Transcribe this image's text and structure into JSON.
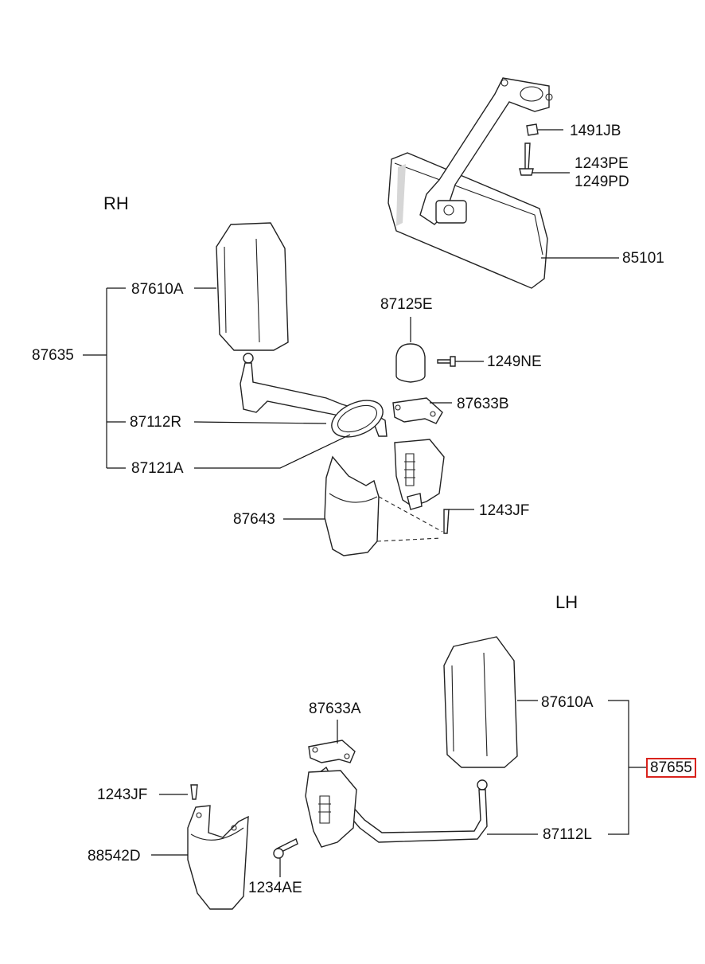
{
  "sections": {
    "rh": "RH",
    "lh": "LH"
  },
  "labels": {
    "p1491JB": "1491JB",
    "p1243PE": "1243PE",
    "p1249PD": "1249PD",
    "p85101": "85101",
    "p87610A_rh": "87610A",
    "p87635": "87635",
    "p87125E": "87125E",
    "p1249NE": "1249NE",
    "p87112R": "87112R",
    "p87633B": "87633B",
    "p87121A": "87121A",
    "p1243JF_rh": "1243JF",
    "p87643": "87643",
    "p87633A": "87633A",
    "p87610A_lh": "87610A",
    "p87655": "87655",
    "p1243JF_lh": "1243JF",
    "p88542D": "88542D",
    "p87112L": "87112L",
    "p1234AE": "1234AE"
  },
  "highlight": {
    "part": "87655",
    "color": "#d9231d"
  }
}
